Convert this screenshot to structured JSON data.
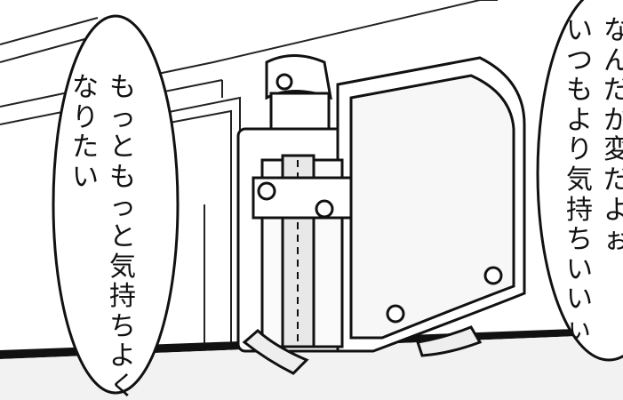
{
  "bubbles": {
    "left": {
      "lines": [
        "もっともっと気持ちよく",
        "なりたい"
      ]
    },
    "right": {
      "lines": [
        "なんだか変だよぉ",
        "いつもより気持ちいいぃ"
      ]
    }
  },
  "colors": {
    "ink": "#111111",
    "paper": "#ffffff",
    "screentone": "#e8e8e8"
  },
  "icons": {
    "main_object": "randoseru-backpack-icon"
  }
}
